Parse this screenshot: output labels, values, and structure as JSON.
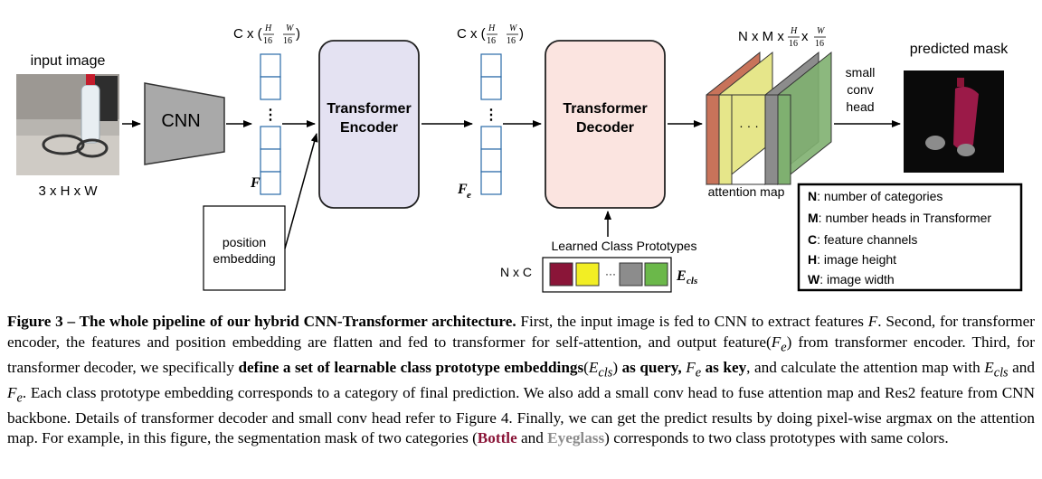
{
  "diagram": {
    "input_label": "input image",
    "input_dims": "3 x H x W",
    "cnn_label": "CNN",
    "feat_dims_prefix": "C x (",
    "feat_dims_frac1_num": "H",
    "feat_dims_frac1_den": "16",
    "feat_dims_frac2_num": "W",
    "feat_dims_frac2_den": "16",
    "feat_dims_suffix": ")",
    "feature_symbol": "F",
    "feature_e_symbol": "F",
    "feature_e_sub": "e",
    "position_embedding_line1": "position",
    "position_embedding_line2": "embedding",
    "encoder_line1": "Transformer",
    "encoder_line2": "Encoder",
    "decoder_line1": "Transformer",
    "decoder_line2": "Decoder",
    "prototypes_label": "Learned Class Prototypes",
    "prototypes_dims": "N x C",
    "ecls_symbol": "E",
    "ecls_sub": "cls",
    "attn_dims_prefix": "N x M x",
    "attn_dims_mid": "x",
    "attention_map_label": "attention map",
    "small_conv_line1": "small",
    "small_conv_line2": "conv",
    "small_conv_line3": "head",
    "predicted_mask_label": "predicted mask",
    "dots": "· · ·",
    "legend": [
      {
        "key": "N",
        "text": ": number of categories"
      },
      {
        "key": "M",
        "text": ": number heads in Transformer"
      },
      {
        "key": "C",
        "text": ": feature channels"
      },
      {
        "key": "H",
        "text": ": image height"
      },
      {
        "key": "W",
        "text": ": image width"
      }
    ],
    "colors": {
      "encoder_fill": "#e4e2f2",
      "decoder_fill": "#fbe4e0",
      "cnn_fill": "#a9a9a9",
      "proto_red": "#8a1538",
      "proto_yellow": "#f2ee24",
      "proto_gray": "#8c8c8c",
      "proto_green": "#6bb84a",
      "attn_red": "#c8735a",
      "attn_yellow": "#e6e68a",
      "attn_green": "#7fb070"
    }
  },
  "caption": {
    "fig_label": "Figure 3 – The whole pipeline of our hybrid CNN-Transformer architecture.",
    "s1": " First, the input image is fed to CNN to extract features ",
    "F": "F",
    "s2": ". Second, for transformer encoder, the features and position embedding are flatten and fed to transformer for self-attention, and output feature(",
    "Fe": "F",
    "Fe_sub": "e",
    "s3": ") from transformer encoder. Third, for transformer decoder, we specifically ",
    "bold1": "define a set of learnable class prototype embeddings",
    "ecls1_open": "(",
    "ecls": "E",
    "ecls_sub": "cls",
    "ecls1_close": ")",
    "bold2": " as query, ",
    "Fe2": "F",
    "Fe2_sub": "e",
    "bold3": " as key",
    "s4": ", and calculate the attention map with ",
    "ecls2": "E",
    "ecls2_sub": "cls",
    "s5": " and ",
    "Fe3": "F",
    "Fe3_sub": "e",
    "s6": ". Each class prototype embedding corresponds to a category of final prediction. We also add a small conv head to fuse attention map and Res2 feature from CNN backbone. Details of transformer decoder and small conv head refer to Figure 4. Finally, we can get the predict results by doing pixel-wise argmax on the attention map. For example, in this figure, the segmentation mask of two categories (",
    "bottle": "Bottle",
    "and": " and ",
    "eyeglass": "Eyeglass",
    "s7": ") corresponds to two class prototypes with same colors."
  }
}
